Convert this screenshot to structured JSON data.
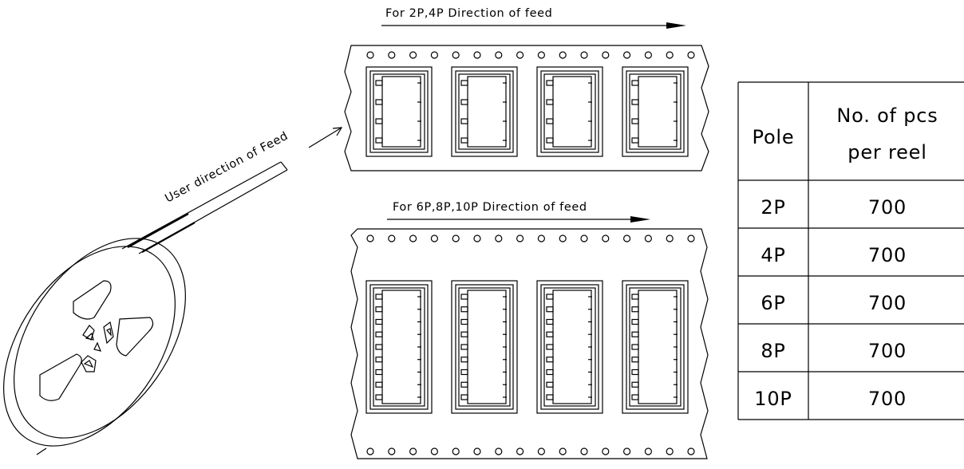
{
  "reel": {
    "feed_label": "User direction of Feed"
  },
  "tape_2p_4p": {
    "direction_label": "For 2P,4P   Direction of feed"
  },
  "tape_6p_8p_10p": {
    "direction_label": "For 6P,8P,10P Direction of feed"
  },
  "table": {
    "header_pole": "Pole",
    "header_qty_line1": "No. of pcs",
    "header_qty_line2": "per reel",
    "rows": [
      {
        "pole": "2P",
        "qty": "700"
      },
      {
        "pole": "4P",
        "qty": "700"
      },
      {
        "pole": "6P",
        "qty": "700"
      },
      {
        "pole": "8P",
        "qty": "700"
      },
      {
        "pole": "10P",
        "qty": "700"
      }
    ]
  }
}
